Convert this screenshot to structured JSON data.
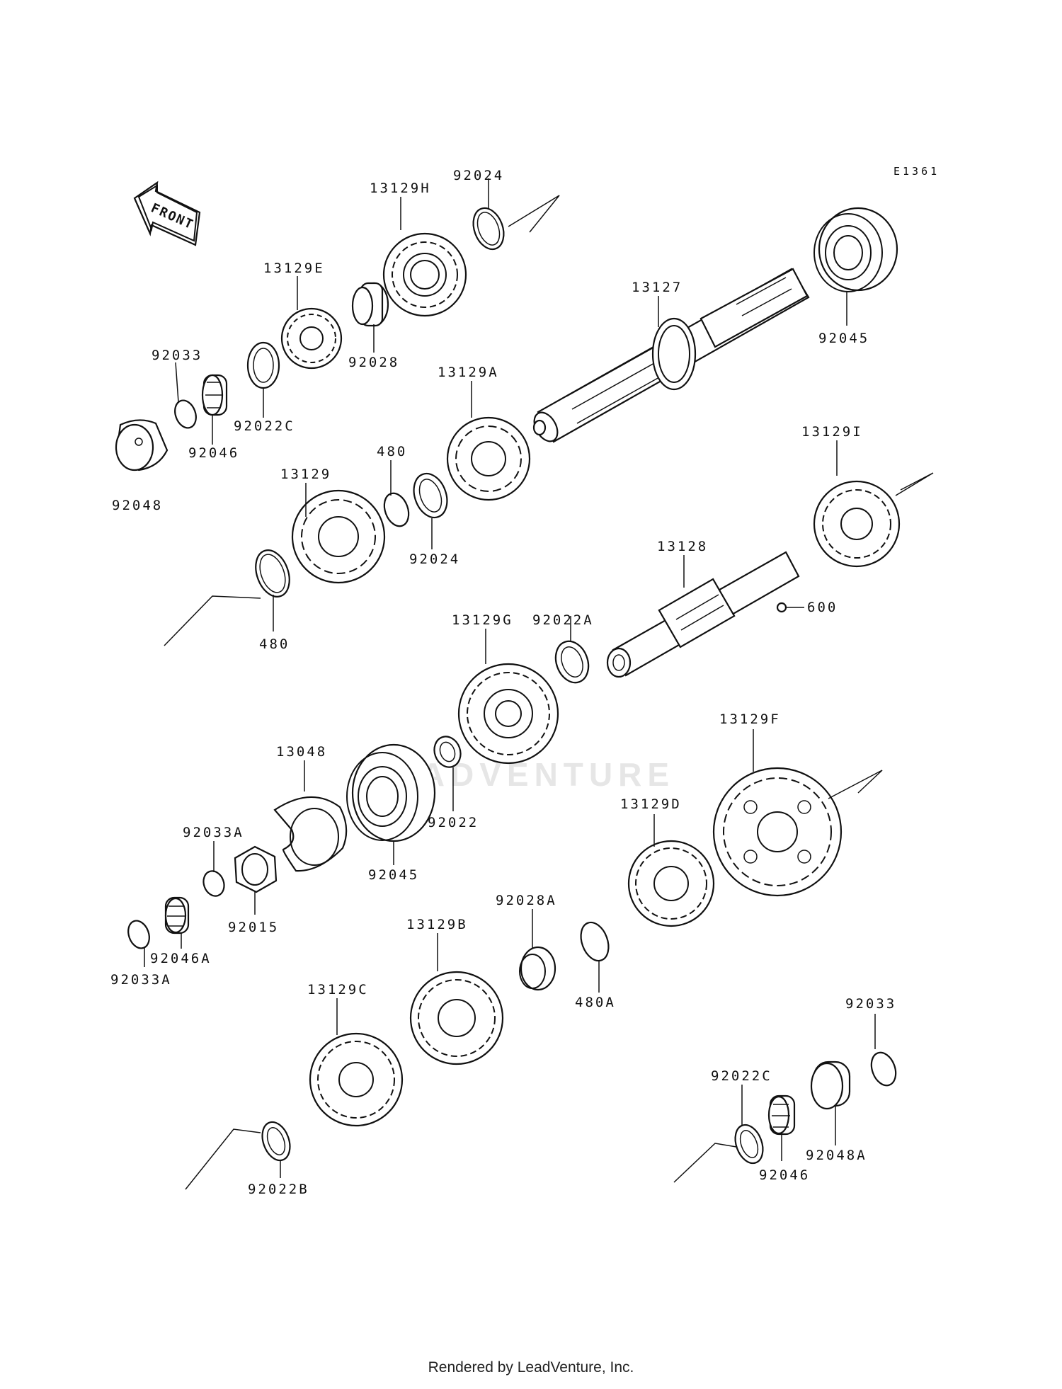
{
  "diagram": {
    "code": "E1361",
    "front_label": "FRONT",
    "watermark": "LEADVENTURE",
    "footer": "Rendered by LeadVenture, Inc."
  },
  "parts": [
    {
      "id": "13129H"
    },
    {
      "id": "92024a"
    },
    {
      "id": "13129E"
    },
    {
      "id": "92028"
    },
    {
      "id": "92033a"
    },
    {
      "id": "92046a"
    },
    {
      "id": "92022Ca"
    },
    {
      "id": "92048"
    },
    {
      "id": "13127"
    },
    {
      "id": "92045a"
    },
    {
      "id": "13129A"
    },
    {
      "id": "480a"
    },
    {
      "id": "13129"
    },
    {
      "id": "92024b"
    },
    {
      "id": "480b"
    },
    {
      "id": "13129I"
    },
    {
      "id": "13128"
    },
    {
      "id": "600"
    },
    {
      "id": "13129G"
    },
    {
      "id": "92022A"
    },
    {
      "id": "13048"
    },
    {
      "id": "92022"
    },
    {
      "id": "92045b"
    },
    {
      "id": "92033Aa"
    },
    {
      "id": "92015"
    },
    {
      "id": "92033Ab"
    },
    {
      "id": "92046A"
    },
    {
      "id": "13129F"
    },
    {
      "id": "13129D"
    },
    {
      "id": "92028A"
    },
    {
      "id": "13129B"
    },
    {
      "id": "480A"
    },
    {
      "id": "13129C"
    },
    {
      "id": "92022B"
    },
    {
      "id": "92033b"
    },
    {
      "id": "92022Cb"
    },
    {
      "id": "92046b"
    },
    {
      "id": "92048A"
    }
  ],
  "labels": {
    "13129H": "13129H",
    "92024a": "92024",
    "13129E": "13129E",
    "92028": "92028",
    "92033a": "92033",
    "92046a": "92046",
    "92022Ca": "92022C",
    "92048": "92048",
    "13127": "13127",
    "92045a": "92045",
    "13129A": "13129A",
    "480a": "480",
    "13129": "13129",
    "92024b": "92024",
    "480b": "480",
    "13129I": "13129I",
    "13128": "13128",
    "600": "600",
    "13129G": "13129G",
    "92022A": "92022A",
    "13048": "13048",
    "92022": "92022",
    "92045b": "92045",
    "92033Aa": "92033A",
    "92015": "92015",
    "92033Ab": "92033A",
    "92046A": "92046A",
    "13129F": "13129F",
    "13129D": "13129D",
    "92028A": "92028A",
    "13129B": "13129B",
    "480A": "480A",
    "13129C": "13129C",
    "92022B": "92022B",
    "92033b": "92033",
    "92022Cb": "92022C",
    "92046b": "92046",
    "92048A": "92048A"
  }
}
